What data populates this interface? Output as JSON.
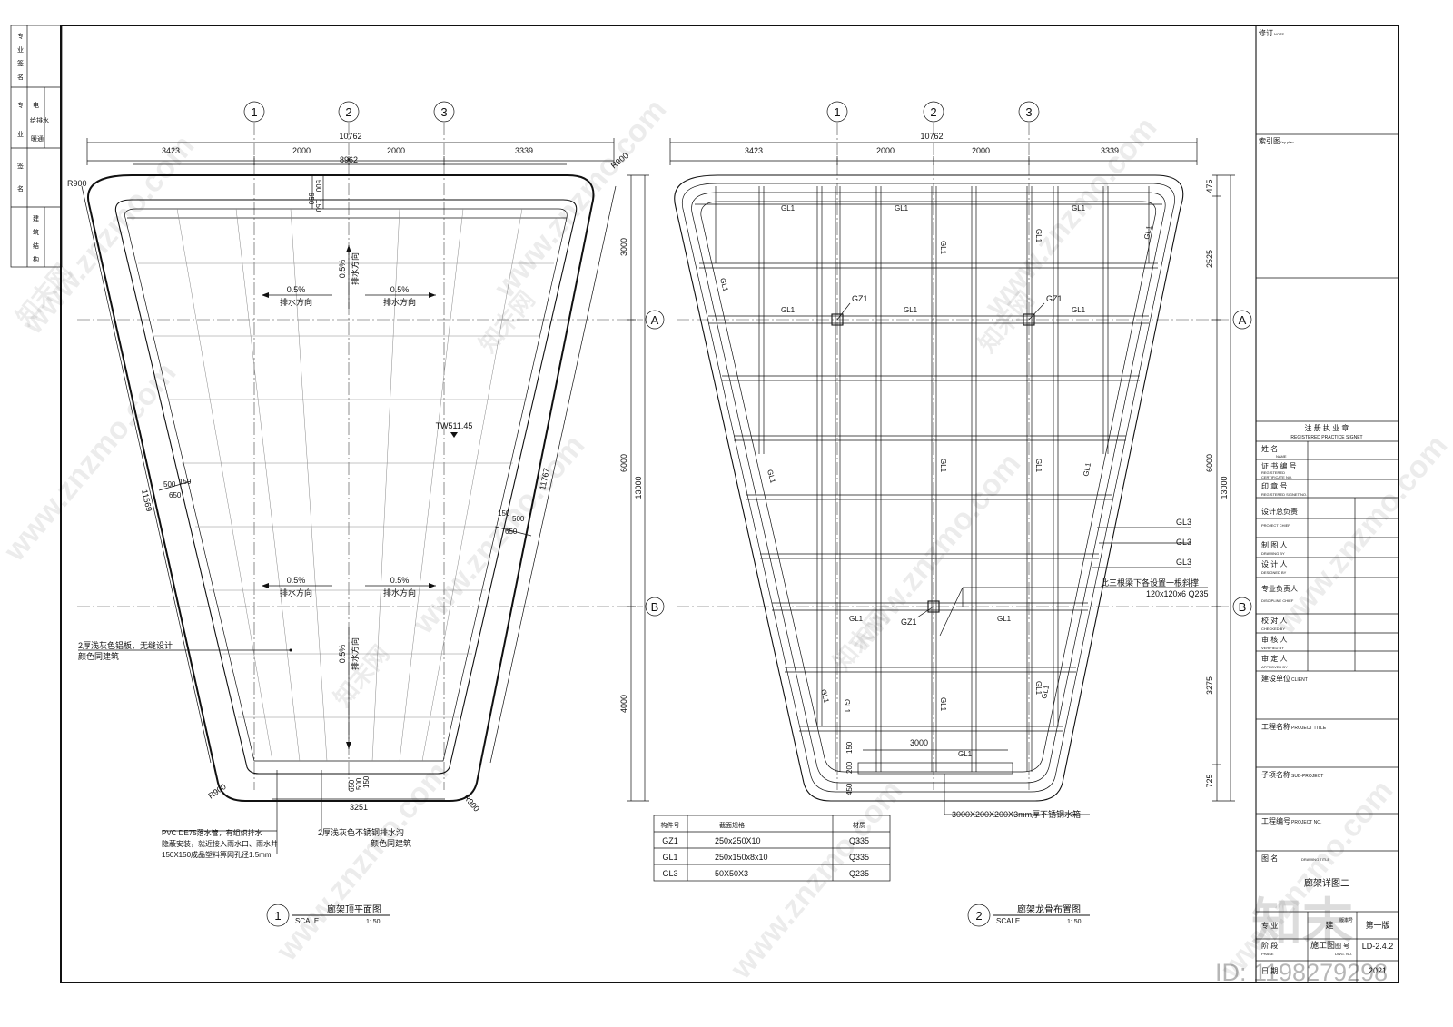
{
  "left_strip": {
    "r1": [
      "专",
      "业",
      "签",
      "名"
    ],
    "r1b": [
      "电",
      "给排水",
      "暖通"
    ],
    "r2": [
      "专",
      "业",
      "签",
      "名"
    ],
    "r2b": [
      "建",
      "筑",
      "结",
      "构"
    ]
  },
  "axes": {
    "c1": "1",
    "c2": "2",
    "c3": "3",
    "rA": "A",
    "rB": "B"
  },
  "plan": {
    "title": "廊架顶平面图",
    "scale_label": "SCALE",
    "scale": "1: 50",
    "number": "1",
    "overall_width": "10762",
    "dims_top": [
      "3423",
      "2000",
      "2000",
      "3339"
    ],
    "inner_width": "8962",
    "d_650": "650",
    "d_500": "500",
    "d_150": "150",
    "side_left": "11569",
    "side_right": "11767",
    "bottom_width": "3251",
    "r900": "R900",
    "v_dims": [
      "3000",
      "6000",
      "4000"
    ],
    "v_total": "13000",
    "slope": "0.5%",
    "drain": "排水方向",
    "elev": "TW511.45",
    "note_panel_1": "2厚浅灰色铝板，无缝设计",
    "note_panel_2": "颜色同建筑",
    "note_pvc_1": "PVC DE75落水管，有组织排水",
    "note_pvc_2": "隐蔽安装，就近接入雨水口、雨水井",
    "note_pvc_3": "150X150成品塑料箅网孔径1.5mm",
    "note_gutter_1": "2厚浅灰色不锈钢排水沟",
    "note_gutter_2": "颜色同建筑"
  },
  "frame": {
    "title": "廊架龙骨布置图",
    "scale_label": "SCALE",
    "scale": "1: 50",
    "number": "2",
    "overall_width": "10762",
    "dims_top": [
      "3423",
      "2000",
      "2000",
      "3339"
    ],
    "gl1": "GL1",
    "gl3": "GL3",
    "gz1": "GZ1",
    "v_dims": [
      "475",
      "2525",
      "6000",
      "3275",
      "725"
    ],
    "v_total": "13000",
    "bottom_3000": "3000",
    "v_small": [
      "150",
      "200",
      "450"
    ],
    "note_brace_1": "此三根梁下各设置一根斜撑",
    "note_brace_2": "120x120x6  Q235",
    "note_tank": "3000X200X200X3mm厚不锈钢水箱"
  },
  "table": {
    "headers": [
      "构件号",
      "截面规格",
      "材质"
    ],
    "rows": [
      [
        "GZ1",
        "250x250X10",
        "Q335"
      ],
      [
        "GL1",
        "250x150x8x10",
        "Q335"
      ],
      [
        "GL3",
        "50X50X3",
        "Q235"
      ]
    ]
  },
  "title_block": {
    "revision": "修订",
    "revision_en": "NOTE",
    "key_plan": "索引图",
    "key_plan_en": "Key plan",
    "signet": "注 册 执 业 章",
    "signet_en": "REGISTERED PRACTICE SIGNET",
    "name": "姓    名",
    "name_en": "NAME",
    "cert": "证 书 编 号",
    "cert_en1": "REGISTERED",
    "cert_en2": "CERTIFICATE NO.",
    "seal": "印 章 号",
    "seal_en": "REGISTERED SIGNET NO.",
    "chief": "设计总负责",
    "chief_en": "PROJECT CHIEF",
    "drawing": "制 图 人",
    "drawing_en": "DRAWING    BY",
    "designed": "设 计 人",
    "designed_en": "DESIGNED    BY",
    "discipline": "专业负责人",
    "discipline_en": "DISCIPLINE CHIEF",
    "checked": "校 对 人",
    "checked_en": "CHECKED    BY",
    "verified": "审 核 人",
    "verified_en": "VERIFIED    BY",
    "approved": "审 定 人",
    "approved_en": "APPROVED    BY",
    "client": "建设单位",
    "client_en": "CLIENT",
    "project": "工程名称",
    "project_en": "PROJECT TITLE",
    "subproject": "子项名称",
    "subproject_en": "SUB-PROJECT",
    "project_no": "工程编号",
    "project_no_en": "PROJECT NO.",
    "drawing_title": "图    名",
    "drawing_title_en": "DRAWING TITLE",
    "drawing_title_value": "廊架详图二",
    "discipline2": "专    业",
    "discipline2_value": "建",
    "version_label": "版本号",
    "version_value": "第一版",
    "phase": "阶    段",
    "phase_en": "PHASE",
    "phase_value": "施工图",
    "dwg_no": "图    号",
    "dwg_no_en": "DWG. NO.",
    "dwg_no_value": "LD-2.4.2",
    "date": "日    期",
    "date_value": "2021"
  },
  "watermarks": {
    "site": "www.znzmo.com",
    "brand": "知末网",
    "logo": "知末",
    "id": "ID: 1198279298"
  }
}
